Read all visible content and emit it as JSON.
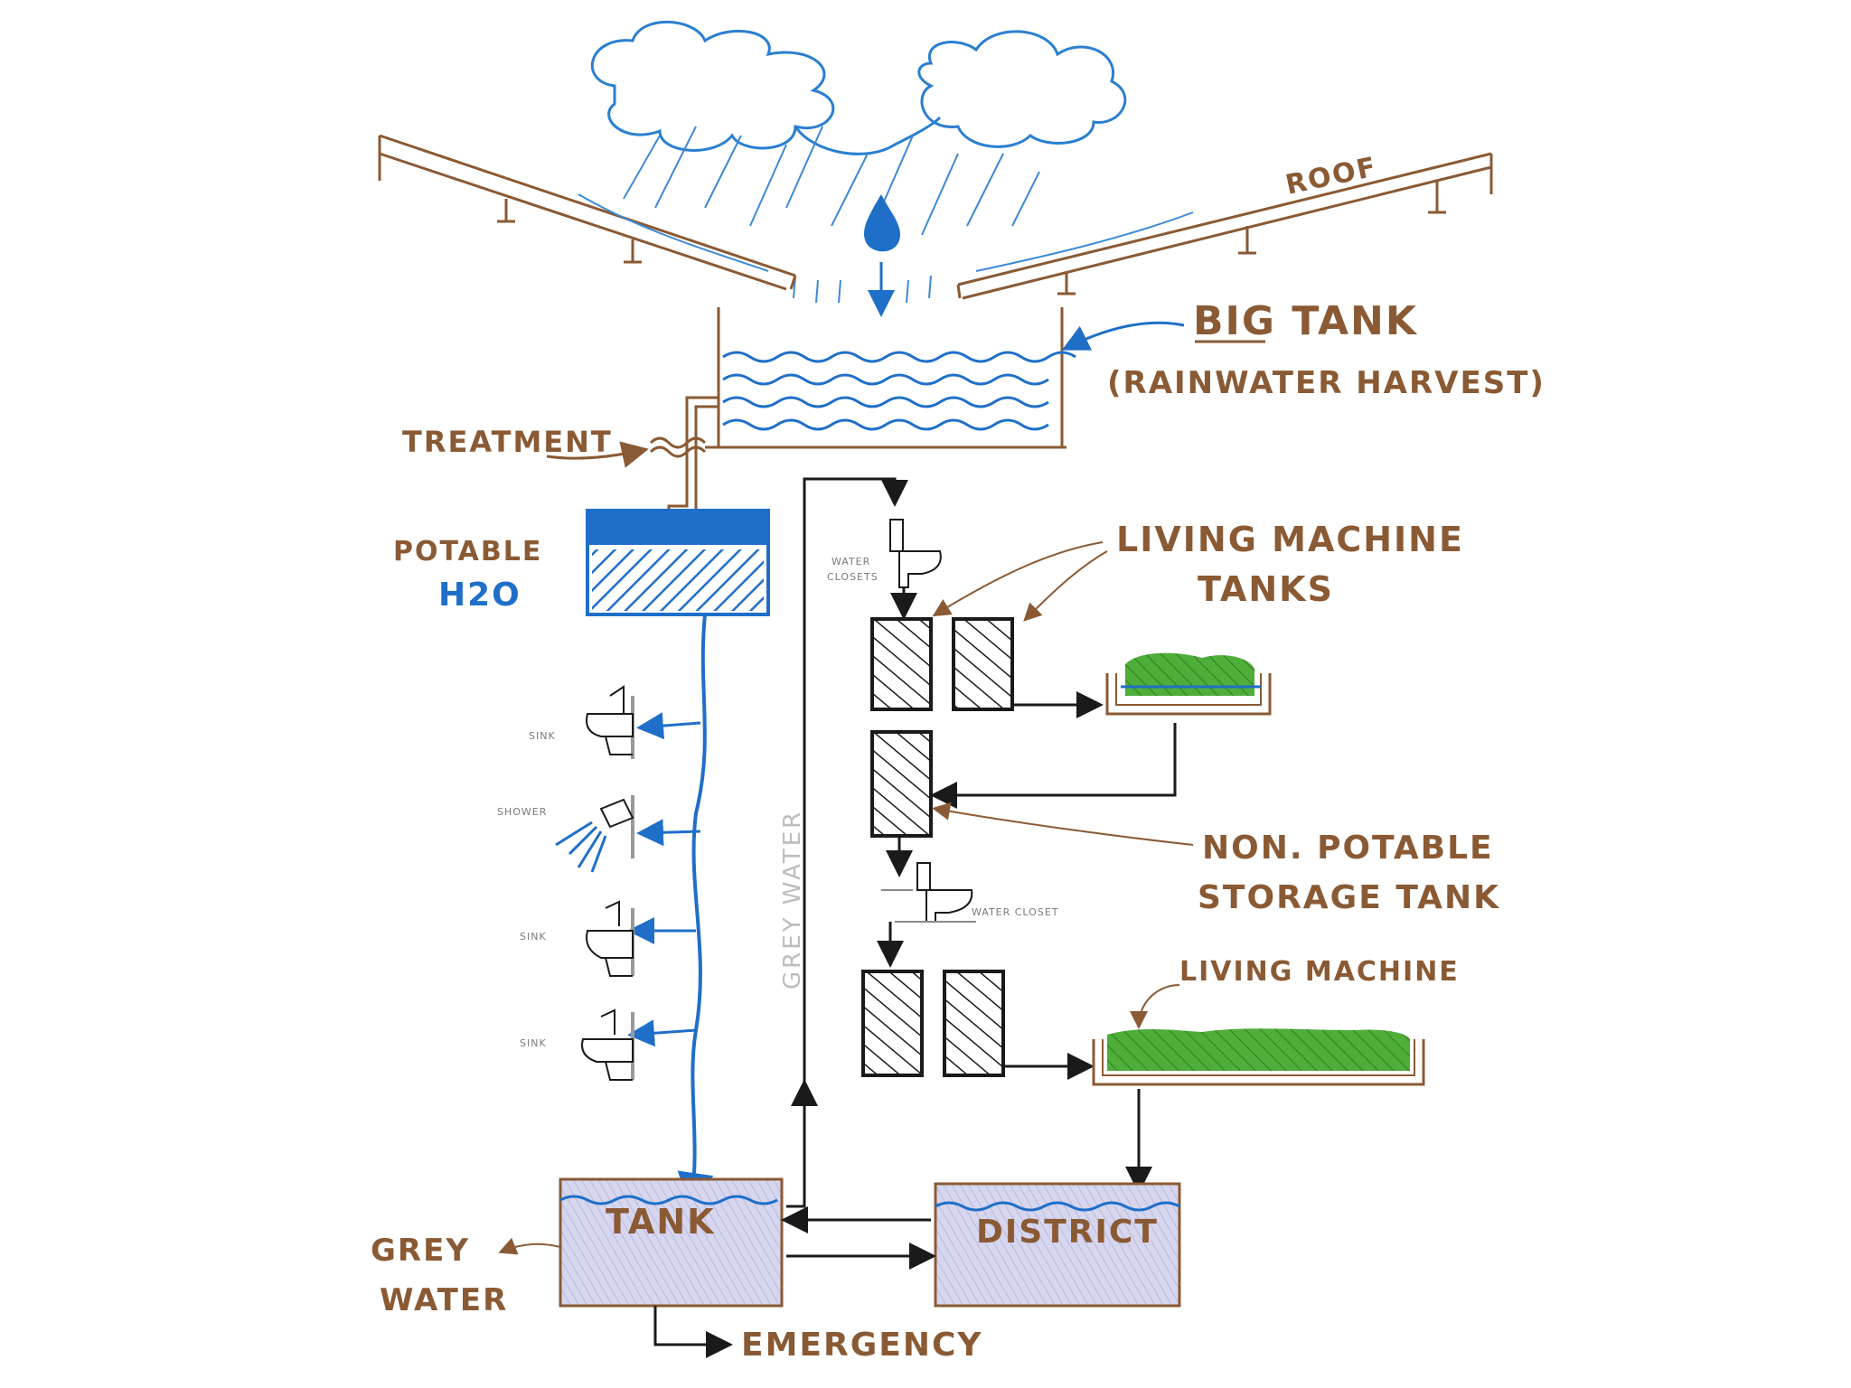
{
  "labels": {
    "roof": "ROOF",
    "big_tank": "BIG TANK",
    "rainwater_harvest": "(RAINWATER HARVEST)",
    "treatment": "TREATMENT",
    "potable": "POTABLE",
    "h2o": "H2O",
    "living_machine_tanks_1": "LIVING MACHINE",
    "living_machine_tanks_2": "TANKS",
    "non_potable_1": "NON. POTABLE",
    "non_potable_2": "STORAGE TANK",
    "living_machine": "LIVING MACHINE",
    "grey_water_vertical": "GREY WATER",
    "grey_water_1": "GREY",
    "grey_water_2": "WATER",
    "tank": "TANK",
    "district": "DISTRICT",
    "emergency": "EMERGENCY",
    "water_closet_top_1": "WATER",
    "water_closet_top_2": "CLOSETS",
    "water_closet_mid": "WATER CLOSET",
    "fixture_sink_1": "SINK",
    "fixture_shower": "SHOWER",
    "fixture_sink_2": "SINK",
    "fixture_sink_3": "SINK"
  },
  "colors": {
    "brown": "#8a5a34",
    "blue": "#1f6fc8",
    "black": "#1a1a1a",
    "green": "#4fae3a",
    "tank_fill": "#cfd0ea"
  }
}
